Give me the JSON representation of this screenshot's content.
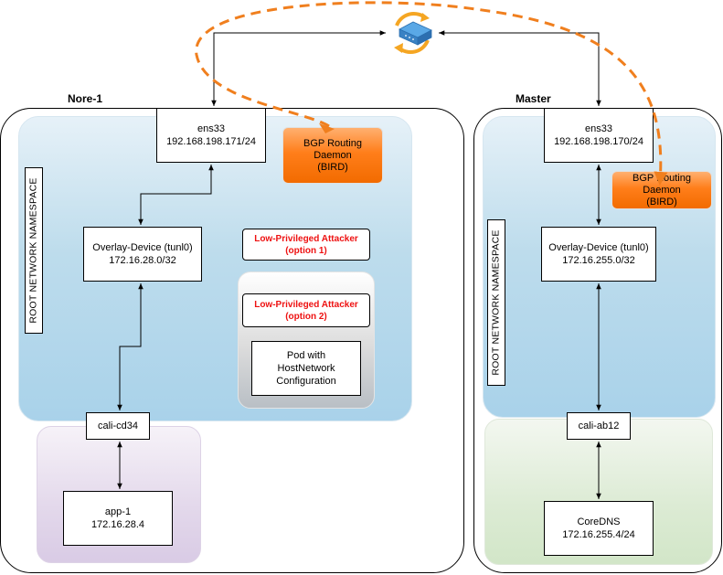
{
  "hosts": {
    "nore": {
      "label": "Nore-1",
      "namespace_label": "ROOT NETWORK NAMESPACE",
      "ens33": {
        "name": "ens33",
        "ip": "192.168.198.171/24"
      },
      "bgp": {
        "line1": "BGP Routing",
        "line2": "Daemon",
        "line3": "(BIRD)"
      },
      "overlay": {
        "name": "Overlay-Device (tunl0)",
        "ip": "172.16.28.0/32"
      },
      "attacker1": {
        "line1": "Low-Privileged Attacker",
        "line2": "(option 1)"
      },
      "attacker2": {
        "line1": "Low-Privileged Attacker",
        "line2": "(option 2)"
      },
      "pod": {
        "line1": "Pod with",
        "line2": "HostNetwork",
        "line3": "Configuration"
      },
      "cali": {
        "name": "cali-cd34"
      },
      "app": {
        "name": "app-1",
        "ip": "172.16.28.4"
      }
    },
    "master": {
      "label": "Master",
      "namespace_label": "ROOT NETWORK NAMESPACE",
      "ens33": {
        "name": "ens33",
        "ip": "192.168.198.170/24"
      },
      "bgp": {
        "line1": "BGP Routing",
        "line2": "Daemon",
        "line3": "(BIRD)"
      },
      "overlay": {
        "name": "Overlay-Device (tunl0)",
        "ip": "172.16.255.0/32"
      },
      "cali": {
        "name": "cali-ab12"
      },
      "app": {
        "name": "CoreDNS",
        "ip": "172.16.255.4/24"
      }
    }
  },
  "icons": {
    "router": "router-sync-icon"
  },
  "colors": {
    "bgp_link": "#f07f1e",
    "attacker_text": "#ee1111"
  }
}
